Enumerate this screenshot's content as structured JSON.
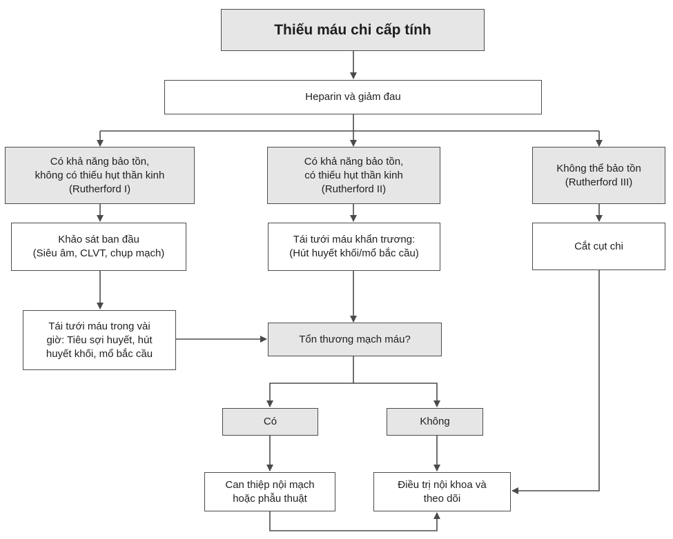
{
  "colors": {
    "line": "#4a4a4a",
    "gray_box": "#e6e6e6",
    "white_box": "#ffffff"
  },
  "nodes": {
    "title": "Thiếu máu chi cấp tính",
    "heparin": "Heparin và giảm đau",
    "rutherford_1": "Có khả năng bảo tồn,\nkhông có thiếu hụt thần kinh\n(Rutherford I)",
    "rutherford_2": "Có khả năng bảo tồn,\ncó thiếu hụt thần kinh\n(Rutherford II)",
    "rutherford_3": "Không thể bảo tồn\n(Rutherford III)",
    "initial_survey": "Khảo sát ban đầu\n(Siêu âm, CLVT, chụp mạch)",
    "urgent_revasc": "Tái tưới máu khẩn trương:\n(Hút huyết khối/mổ bắc cầu)",
    "amputation": "Cắt cụt chi",
    "revasc_hours": "Tái tưới máu trong vài\ngiờ: Tiêu sợi huyết, hút\nhuyết khối, mổ bắc cầu",
    "vascular_injury": "Tổn thương mạch máu?",
    "yes": "Có",
    "no": "Không",
    "intervention": "Can thiệp nội mạch\nhoặc phẫu thuật",
    "medical_treatment": "Điều trị nội khoa và\ntheo dõi"
  }
}
